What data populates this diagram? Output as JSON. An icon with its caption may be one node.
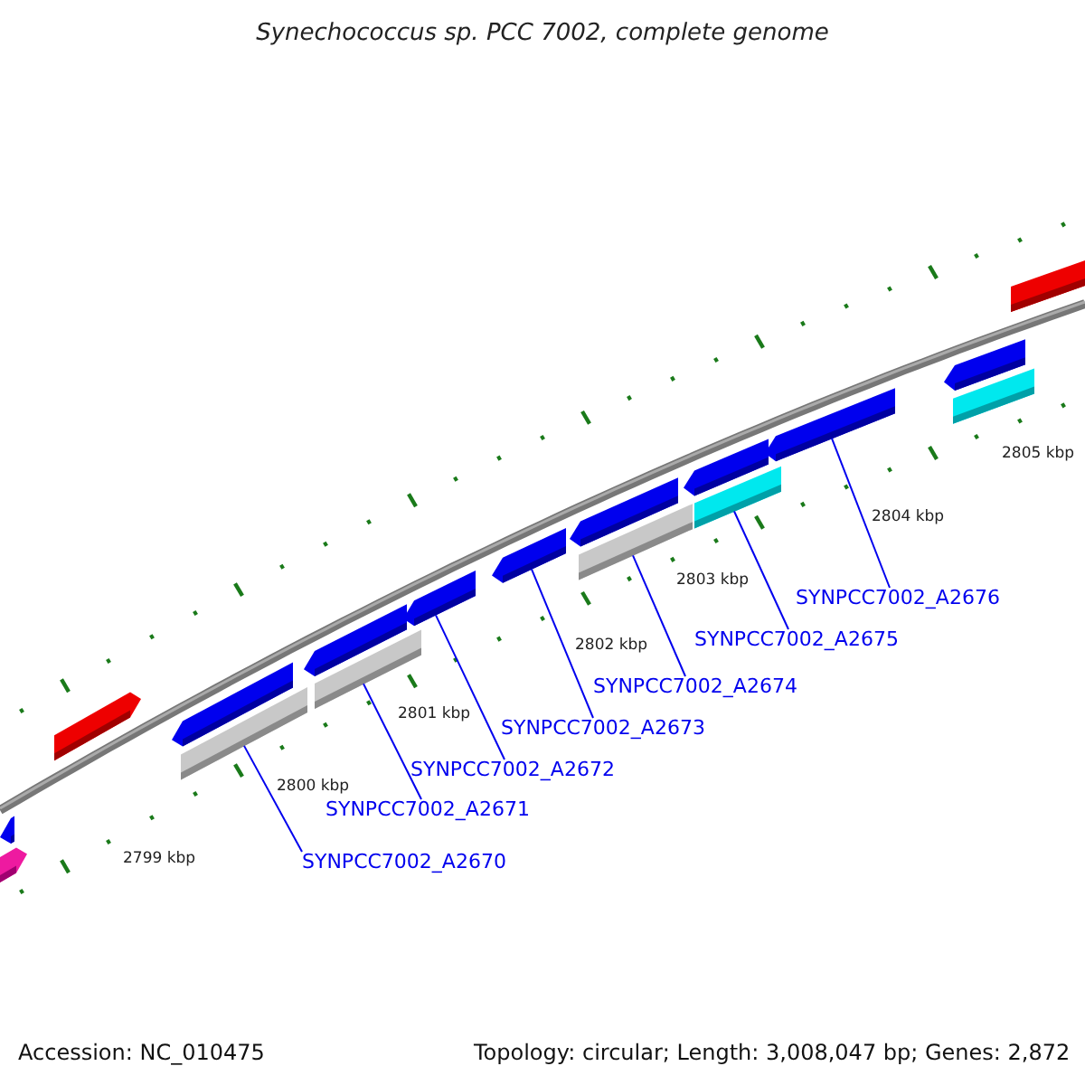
{
  "diagram": {
    "title": "Synechococcus sp. PCC 7002, complete genome",
    "nodes": [
      {
        "text": [
          "SYNPCC7002_A2670"
        ]
      },
      {
        "text": [
          "SYNPCC7002_A2671"
        ]
      },
      {
        "text": [
          "SYNPCC7002_A2672"
        ]
      },
      {
        "text": [
          "SYNPCC7002_A2673"
        ]
      },
      {
        "text": [
          "SYNPCC7002_A2674"
        ]
      },
      {
        "text": [
          "SYNPCC7002_A2675"
        ]
      },
      {
        "text": [
          "SYNPCC7002_A2676"
        ]
      },
      {
        "text": [],
        "shape": "arrow"
      },
      {
        "text": [],
        "shape": "arrow"
      },
      {
        "text": [],
        "shape": "arrow"
      },
      {
        "text": [],
        "shape": "arrow"
      },
      {
        "text": [],
        "shape": "box"
      },
      {
        "text": [],
        "shape": "arrow"
      },
      {
        "text": [],
        "shape": "box"
      },
      {
        "text": [],
        "shape": "arrow"
      },
      {
        "text": [],
        "shape": "arrow"
      },
      {
        "text": [],
        "shape": "arrow"
      },
      {
        "text": [],
        "shape": "box"
      },
      {
        "text": [],
        "shape": "arrow"
      },
      {
        "text": [],
        "shape": "box"
      },
      {
        "text": [],
        "shape": "arrow"
      },
      {
        "text": [],
        "shape": "arrow"
      },
      {
        "text": [],
        "shape": "box"
      },
      {
        "text": [],
        "shape": "arrow"
      }
    ],
    "edges": [
      {
        "from": 0,
        "to": 11,
        "arrow": "none"
      },
      {
        "from": 1,
        "to": 13,
        "arrow": "none"
      },
      {
        "from": 2,
        "to": 14,
        "arrow": "none"
      },
      {
        "from": 3,
        "to": 15,
        "arrow": "none"
      },
      {
        "from": 4,
        "to": 17,
        "arrow": "none"
      },
      {
        "from": 5,
        "to": 19,
        "arrow": "none"
      },
      {
        "from": 6,
        "to": 20,
        "arrow": "none"
      }
    ],
    "labels": [
      "2805 kbp",
      "2804 kbp",
      "2803 kbp",
      "2802 kbp",
      "2801 kbp",
      "2800 kbp",
      "2799 kbp",
      "Accession: NC_010475",
      "Topology: circular; Length: 3,008,047 bp; Genes: 2,872"
    ]
  }
}
